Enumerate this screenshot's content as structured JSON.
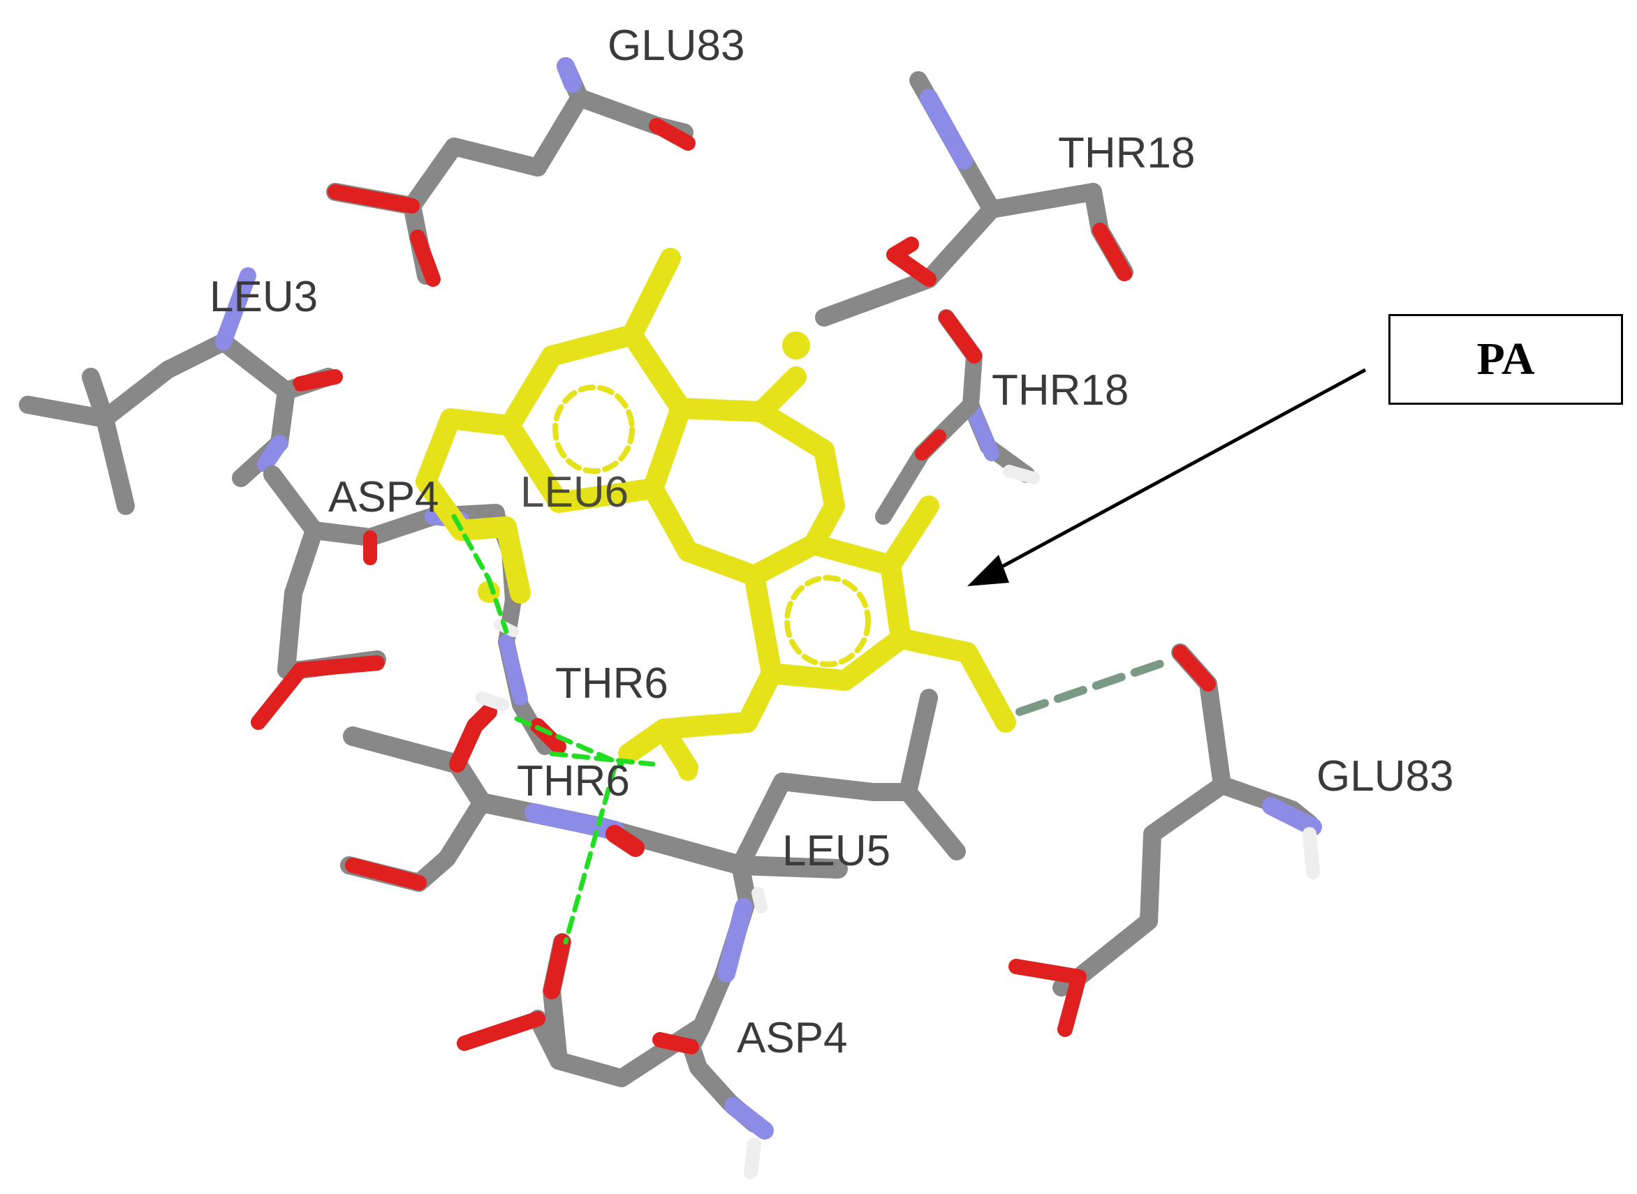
{
  "residue_labels": {
    "glu83_top": "GLU83",
    "thr18_top": "THR18",
    "thr18_mid": "THR18",
    "leu3": "LEU3",
    "asp4_upper": "ASP4",
    "leu_partial": "LEU6",
    "thr6_upper": "THR6",
    "thr6_lower": "THR6",
    "leu5": "LEU5",
    "glu83_right": "GLU83",
    "asp4_lower": "ASP4"
  },
  "callout": {
    "label": "PA"
  },
  "colors": {
    "carbon": "#8c8c8c",
    "oxygen": "#e0201e",
    "nitrogen": "#8c8ce6",
    "hydrogen": "#eeeeee",
    "ligand": "#e6e21a",
    "hbond": "#22dd22",
    "hydrophobic": "#7a9a85"
  }
}
